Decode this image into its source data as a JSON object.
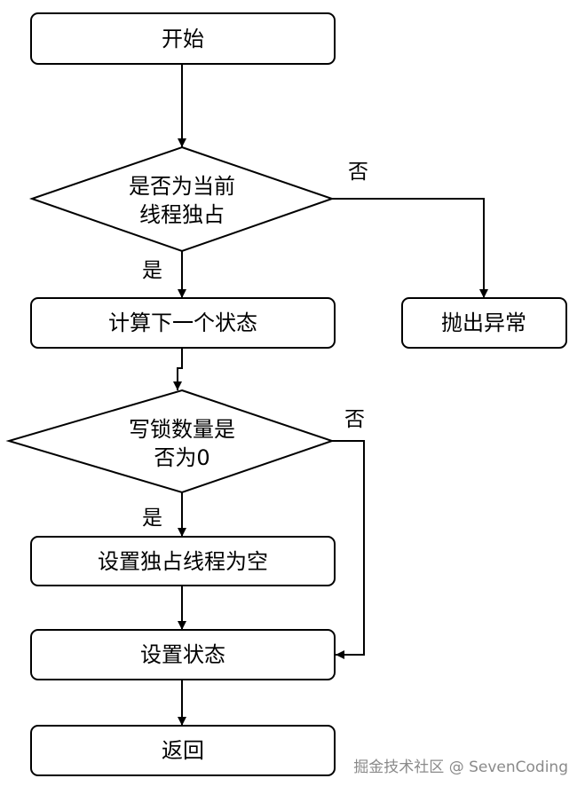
{
  "nodes": {
    "start": "开始",
    "decision1": [
      "是否为当前",
      "线程独占"
    ],
    "compute_next_state": "计算下一个状态",
    "throw_exception": "抛出异常",
    "decision2": [
      "写锁数量是",
      "否为0"
    ],
    "set_owner_null": "设置独占线程为空",
    "set_state": "设置状态",
    "return": "返回"
  },
  "edges": {
    "d1_no": "否",
    "d1_yes": "是",
    "d2_no": "否",
    "d2_yes": "是"
  },
  "watermark": "掘金技术社区 @ SevenCoding"
}
